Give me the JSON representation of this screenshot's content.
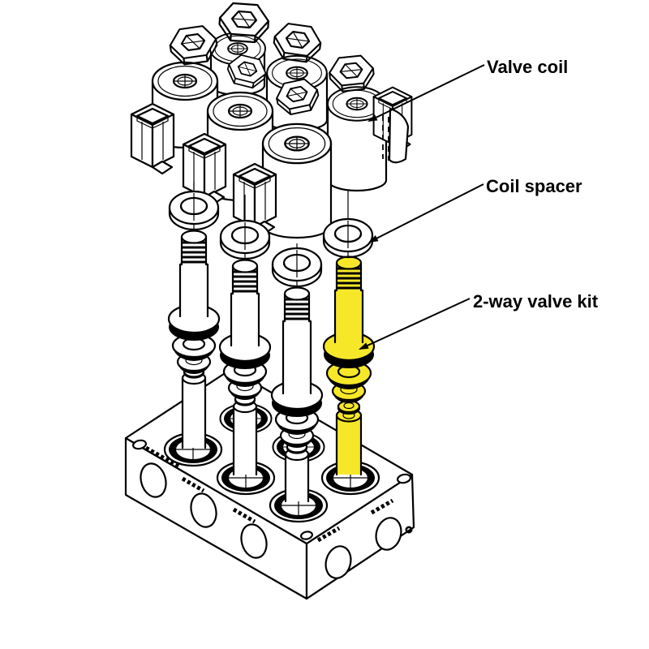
{
  "title": "Valve assembly exploded-view diagram",
  "diagram": {
    "background": "#ffffff",
    "line_color": "#000000",
    "highlight_color": "#F6E829",
    "highlighted_part": "2-way valve kit",
    "labels": [
      {
        "id": "valve-coil",
        "text": "Valve coil"
      },
      {
        "id": "coil-spacer",
        "text": "Coil spacer"
      },
      {
        "id": "two-way-valve-kit",
        "text": "2-way valve kit"
      }
    ],
    "parts_visible": {
      "hex_nuts": 6,
      "valve_coils": 6,
      "connector_clips": 4,
      "coil_spacers": 4,
      "valve_stem_assemblies": 4,
      "manifold_stations_with_stems": 4,
      "manifold_side_ports": 5,
      "screw_holes": 4
    },
    "block_markings": "illegible stamped port markings on manifold faces"
  }
}
